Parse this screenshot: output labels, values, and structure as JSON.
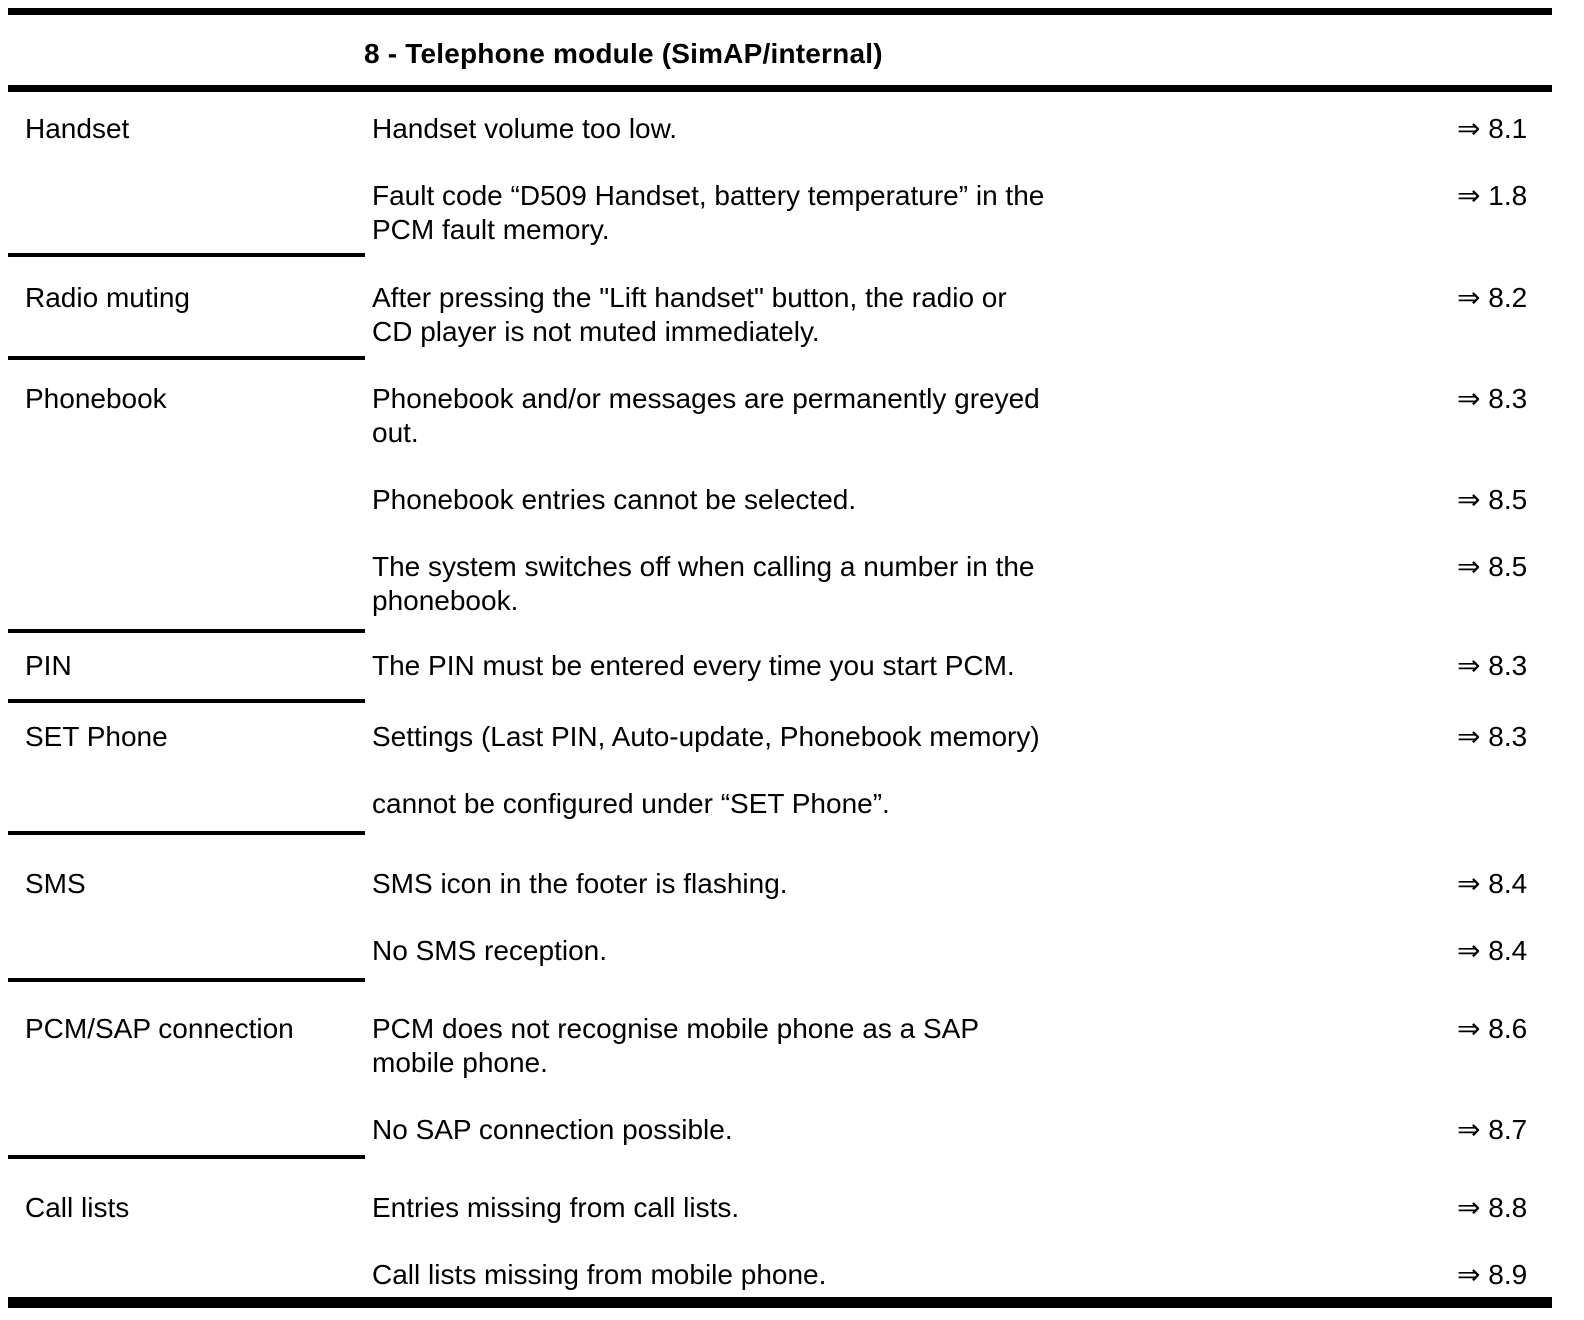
{
  "page": {
    "background": "#ffffff",
    "text_color": "#000000",
    "rule_color": "#000000"
  },
  "header": {
    "title": "8 - Telephone module (SimAP/internal)"
  },
  "table": {
    "columns": [
      "category",
      "problem",
      "reference"
    ],
    "sections": [
      {
        "category": "Handset",
        "rows": [
          {
            "problem": "Handset volume too low.",
            "ref": "⇒ 8.1"
          },
          {
            "problem": "Fault code “D509 Handset, battery temperature” in the\nPCM fault memory.",
            "ref": "⇒ 1.8"
          }
        ]
      },
      {
        "category": "Radio muting",
        "rows": [
          {
            "problem": "After pressing the \"Lift handset\" button, the radio or\nCD player is not muted immediately.",
            "ref": "⇒ 8.2"
          }
        ]
      },
      {
        "category": "Phonebook",
        "rows": [
          {
            "problem": "Phonebook and/or messages are permanently greyed\nout.",
            "ref": "⇒ 8.3"
          },
          {
            "problem": "Phonebook entries cannot be selected.",
            "ref": "⇒ 8.5"
          },
          {
            "problem": "The system switches off when calling a number in the\nphonebook.",
            "ref": "⇒ 8.5"
          }
        ]
      },
      {
        "category": "PIN",
        "rows": [
          {
            "problem": "The PIN must be entered every time you start PCM.",
            "ref": "⇒ 8.3"
          }
        ]
      },
      {
        "category": "SET Phone",
        "rows": [
          {
            "problem": "Settings (Last PIN, Auto-update, Phonebook memory)",
            "ref": "⇒ 8.3"
          },
          {
            "problem": "cannot be configured under “SET Phone”."
          }
        ]
      },
      {
        "category": "SMS",
        "rows": [
          {
            "problem": "SMS icon in the footer is flashing.",
            "ref": "⇒ 8.4"
          },
          {
            "problem": "No SMS reception.",
            "ref": "⇒ 8.4"
          }
        ]
      },
      {
        "category": "PCM/SAP connection",
        "rows": [
          {
            "problem": "PCM does not recognise mobile phone as a SAP\nmobile phone.",
            "ref": "⇒ 8.6"
          },
          {
            "problem": "No SAP connection possible.",
            "ref": "⇒ 8.7"
          }
        ]
      },
      {
        "category": "Call lists",
        "rows": [
          {
            "problem": "Entries missing from call lists.",
            "ref": "⇒ 8.8"
          },
          {
            "problem": "Call lists missing from mobile phone.",
            "ref": "⇒ 8.9"
          }
        ]
      }
    ]
  }
}
